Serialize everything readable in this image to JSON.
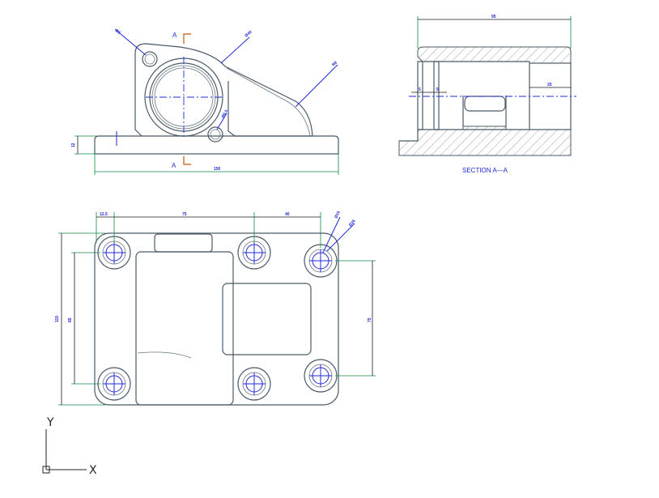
{
  "front_view": {
    "section_marks": {
      "top": "A",
      "bottom": "A"
    },
    "dims": {
      "hole_dia": "Ø6",
      "bore_dia": "Ø40",
      "rib_r": "R8",
      "small_hole": "Ø6.5",
      "base_h": "12",
      "length": "150"
    }
  },
  "section_view": {
    "title": "SECTION A—A",
    "dims": {
      "width": "95",
      "bore_depth": "25",
      "wall_a": "5",
      "wall_b": "5"
    }
  },
  "top_view": {
    "dims": {
      "top_left": "12.5",
      "top_mid": "75",
      "top_right": "40",
      "hole_dia": "Ø15",
      "hole_cbore": "Ø26",
      "height_total": "115",
      "height_inner": "85",
      "right_span": "75"
    }
  },
  "ucs": {
    "x_label": "X",
    "y_label": "Y"
  },
  "colors": {
    "geometry": "#4a5a68",
    "centerline": "#1f2bd8",
    "extension": "#0e8a45",
    "cut_plane": "#c2570b"
  }
}
